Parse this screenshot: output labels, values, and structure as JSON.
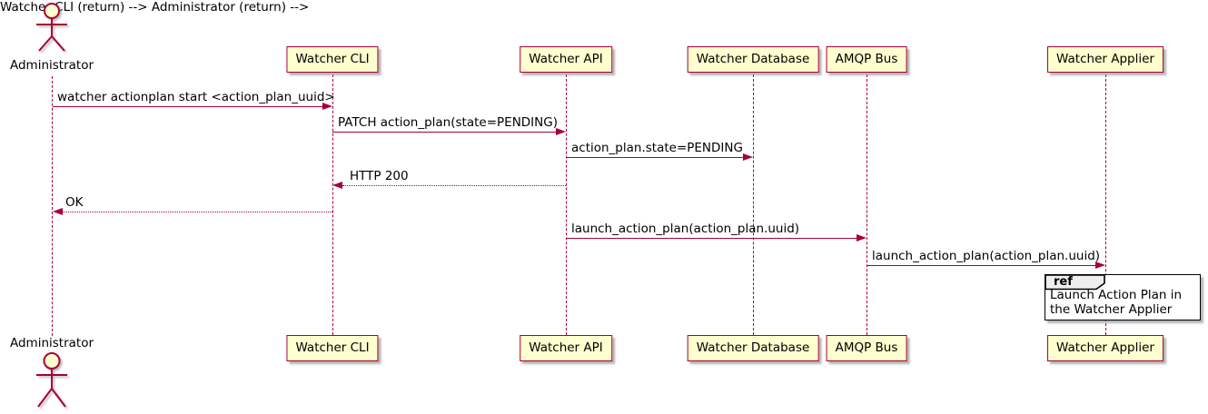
{
  "diagram_type": "sequence-diagram",
  "colors": {
    "accent": "#A80036",
    "participant_fill": "#FEFECE",
    "ref_header_fill": "#EEEEEE",
    "ref_border": "#000000",
    "background": "#FFFFFF"
  },
  "actor": {
    "name": "Administrator"
  },
  "participants": [
    {
      "label": "Watcher CLI"
    },
    {
      "label": "Watcher API"
    },
    {
      "label": "Watcher Database"
    },
    {
      "label": "AMQP Bus"
    },
    {
      "label": "Watcher Applier"
    }
  ],
  "messages": [
    {
      "from": "Administrator",
      "to": "Watcher CLI",
      "style": "solid",
      "text": "watcher actionplan start <action_plan_uuid>"
    },
    {
      "from": "Watcher CLI",
      "to": "Watcher API",
      "style": "solid",
      "text": "PATCH action_plan(state=PENDING)"
    },
    {
      "from": "Watcher API",
      "to": "Watcher Database",
      "style": "solid",
      "text": "action_plan.state=PENDING"
    },
    {
      "from": "Watcher API",
      "to": "Watcher CLI",
      "style": "dotted",
      "text": "HTTP 200"
    },
    {
      "from": "Watcher CLI",
      "to": "Administrator",
      "style": "dotted",
      "text": "OK"
    },
    {
      "from": "Watcher API",
      "to": "AMQP Bus",
      "style": "solid",
      "text": "launch_action_plan(action_plan.uuid)"
    },
    {
      "from": "AMQP Bus",
      "to": "Watcher Applier",
      "style": "solid",
      "text": "launch_action_plan(action_plan.uuid)"
    }
  ],
  "ref": {
    "keyword": "ref",
    "text": "Launch Action Plan in the Watcher Applier"
  }
}
